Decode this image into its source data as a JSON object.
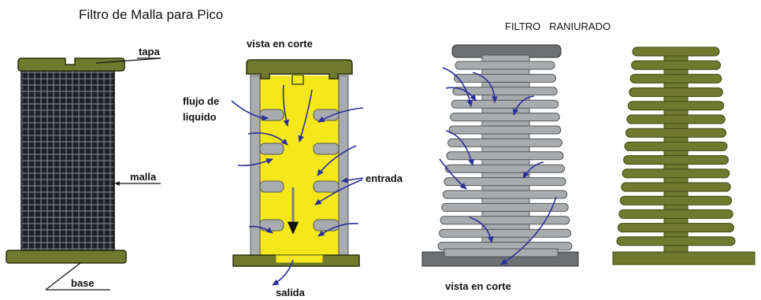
{
  "titles": {
    "mesh_filter": "Filtro de Malla para Pico",
    "slotted_filter": "FILTRO   RANIURADO"
  },
  "labels": {
    "tapa": "tapa",
    "malla": "malla",
    "base": "base",
    "section_view_top": "vista en corte",
    "flow_line1": "flujo de",
    "flow_line2": "liquido",
    "entrada": "entrada",
    "salida": "salida",
    "section_view_bottom": "vista en corte"
  },
  "colors": {
    "olive": "#6f7a2e",
    "olive_dark": "#3f4712",
    "mesh_dark": "#1e2226",
    "mesh_line": "#8a9096",
    "cutaway_fill": "#f4e81a",
    "grey": "#a9acae",
    "grey_dark": "#6c7073",
    "flow_arrow": "#2a2f9c"
  }
}
